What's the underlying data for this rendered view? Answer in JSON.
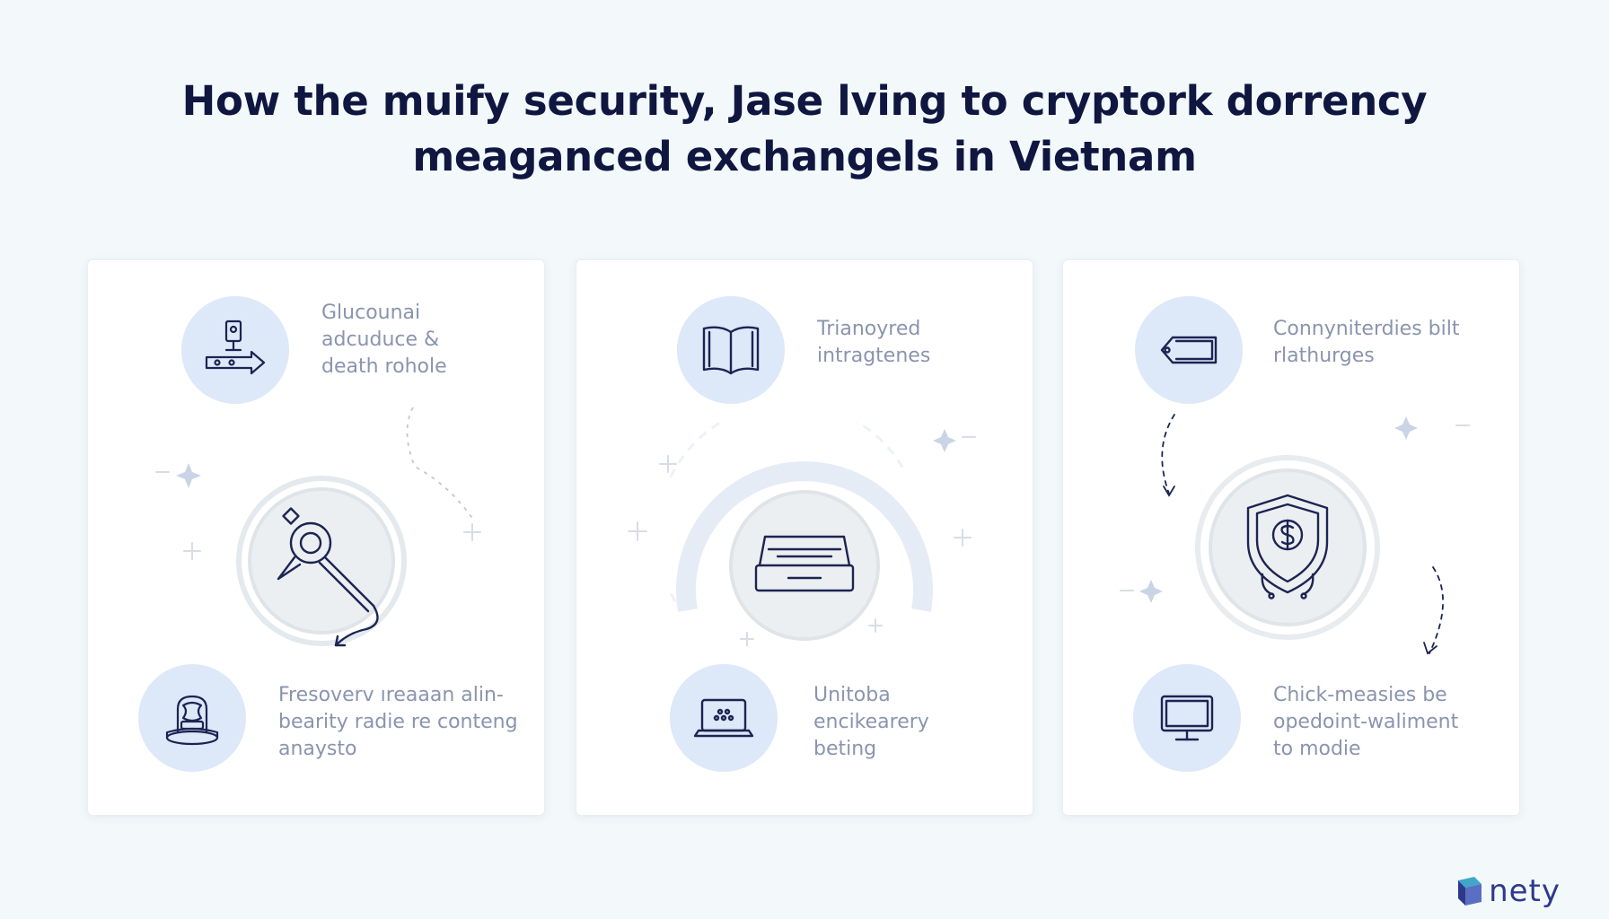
{
  "title": {
    "line1": "How the muify security, Jase lving to cryptork dorrency",
    "line2": "meaganced exchangels in Vietnam"
  },
  "cards": [
    {
      "top_item": {
        "icon": "kiosk-arrow-icon",
        "label": "Glucounai\nadcuduce &\ndeath rohole"
      },
      "center_icon": "magnifier-key-icon",
      "bottom_item": {
        "icon": "pedestal-device-icon",
        "label": "Fresoverv ıreaaan alin-\nbearity radie re conteng\nanaysto"
      }
    },
    {
      "top_item": {
        "icon": "open-book-icon",
        "label": "Trianoyred\nintragtenes"
      },
      "center_icon": "hardware-wallet-icon",
      "bottom_item": {
        "icon": "laptop-icon",
        "label": "Unitoba\nencikearery\nbeting"
      }
    },
    {
      "top_item": {
        "icon": "tag-card-icon",
        "label": "Connyniterdies bilt\nrlathurges"
      },
      "center_icon": "shield-dollar-icon",
      "bottom_item": {
        "icon": "monitor-icon",
        "label": "Chick-measies be\nopedoint-waliment\nto modie"
      }
    }
  ],
  "logo": {
    "text": "nety",
    "icon": "logo-mark-icon"
  },
  "colors": {
    "background": "#f3f8fa",
    "title": "#0f1640",
    "icon_stroke": "#1c2452",
    "icon_bg": "#dde8f8",
    "label": "#8a94ae",
    "accent": "#2d3a8c"
  }
}
